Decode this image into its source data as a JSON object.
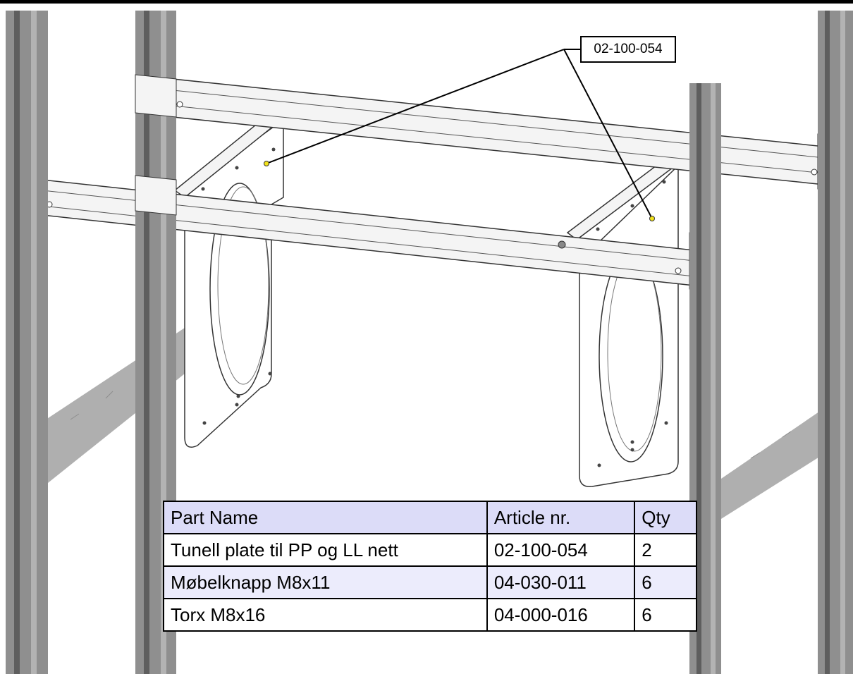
{
  "callout": {
    "label": "02-100-054"
  },
  "parts_table": {
    "headers": [
      "Part Name",
      "Article nr.",
      "Qty"
    ],
    "rows": [
      {
        "name": "Tunell plate til PP og LL nett",
        "article": "02-100-054",
        "qty": "2"
      },
      {
        "name": "Møbelknapp M8x11",
        "article": "04-030-011",
        "qty": "6"
      },
      {
        "name": "Torx M8x16",
        "article": "04-000-016",
        "qty": "6"
      }
    ]
  },
  "colors": {
    "profile": "#8f8f8f",
    "profile_dark": "#5e5e5e",
    "brace": "#6e6e6e",
    "header_fill": "#dcdcf8",
    "alt_row_fill": "#ececfc",
    "marker": "#f2e21a"
  }
}
